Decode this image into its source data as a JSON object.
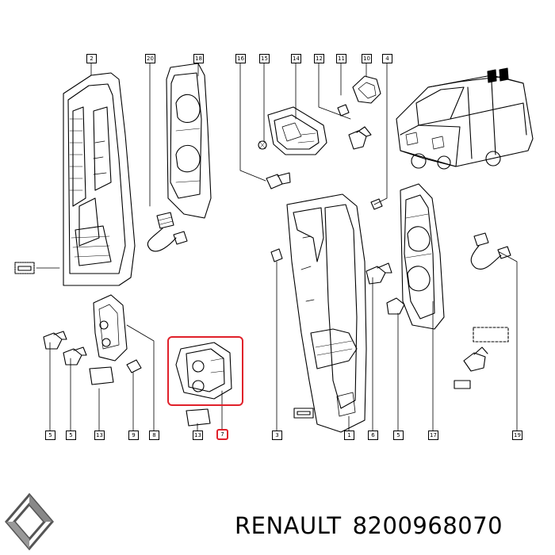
{
  "callouts": {
    "top": [
      "2",
      "20",
      "18",
      "16",
      "15",
      "14",
      "12",
      "11",
      "10",
      "4"
    ],
    "bottom": [
      "5",
      "5",
      "13",
      "9",
      "8",
      "13",
      "7",
      "3",
      "1",
      "6",
      "5",
      "17",
      "19"
    ]
  },
  "highlight_label": "7",
  "highlight_color": "#e0202a",
  "footer": {
    "brand": "RENAULT",
    "part_number": "8200968070"
  }
}
